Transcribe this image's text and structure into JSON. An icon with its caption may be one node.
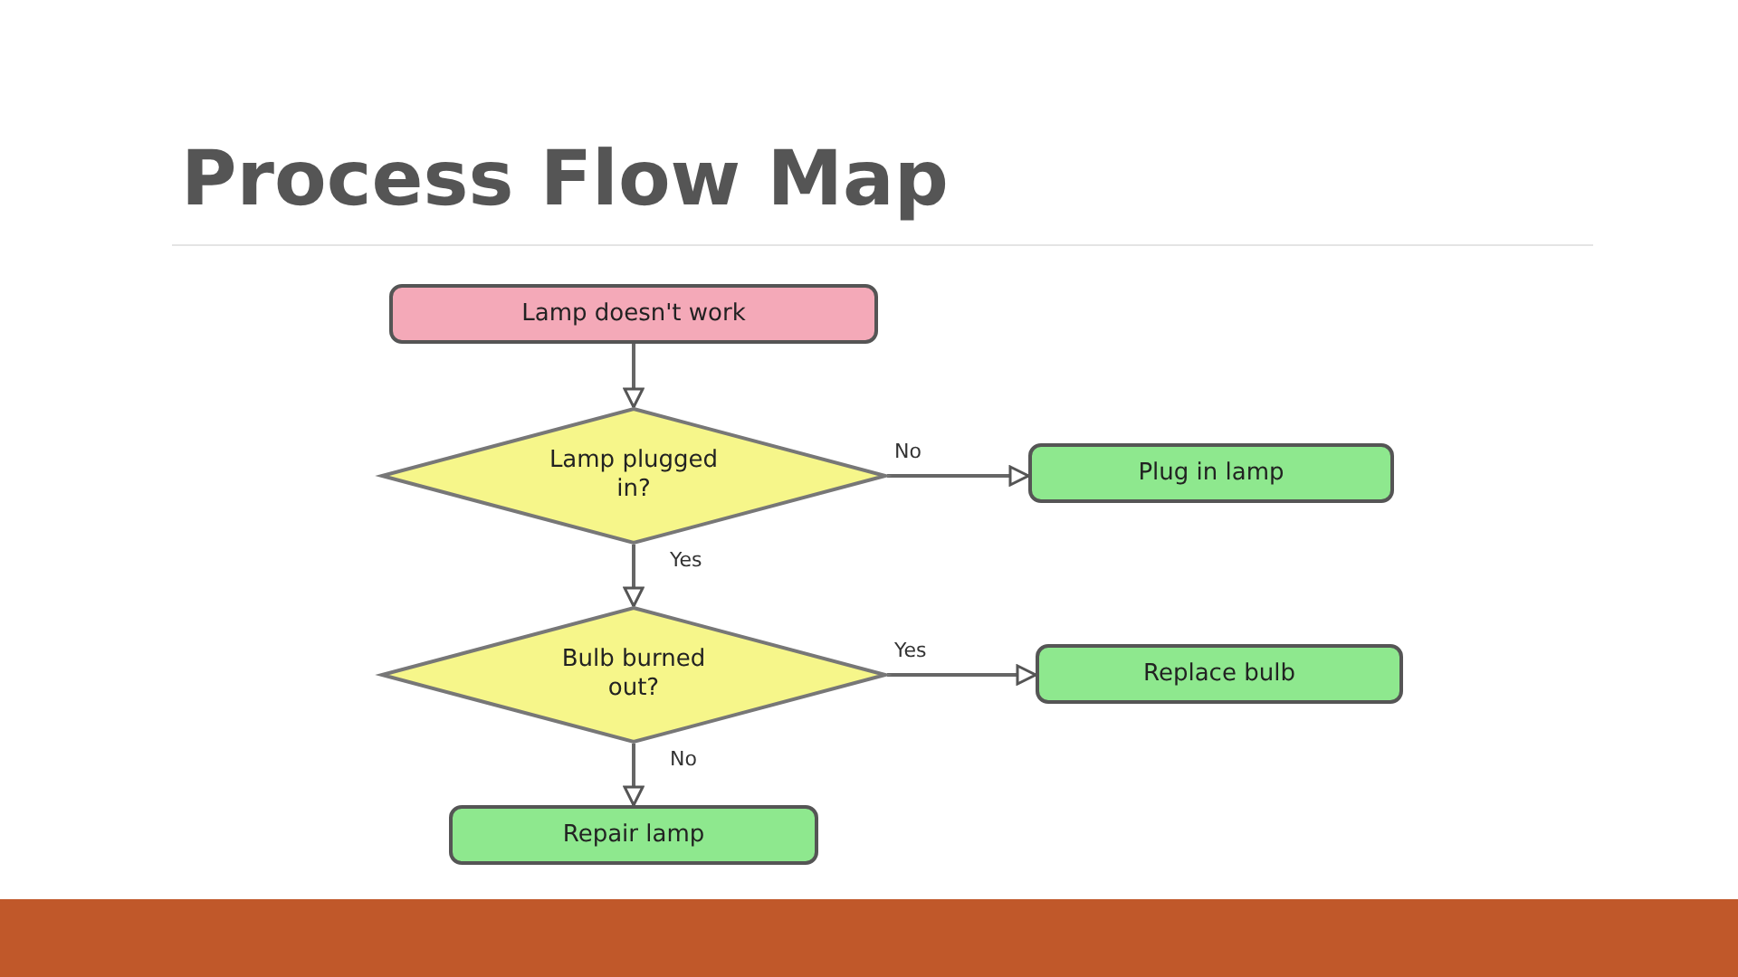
{
  "diagram": {
    "title": "Process Flow Map",
    "nodes": [
      {
        "text": [
          "Lamp doesn't work"
        ]
      },
      {
        "text": [
          "Lamp plugged in?"
        ]
      },
      {
        "text": [
          "Plug in lamp"
        ]
      },
      {
        "text": [
          "Bulb burned out?"
        ]
      },
      {
        "text": [
          "Replace bulb"
        ]
      },
      {
        "text": [
          "Repair lamp"
        ]
      }
    ],
    "edges": [
      {
        "from": 0,
        "to": 1,
        "arrow": "to"
      },
      {
        "from": 1,
        "to": 2,
        "arrow": "to",
        "label": "No"
      },
      {
        "from": 1,
        "to": 3,
        "arrow": "to",
        "label": "Yes"
      },
      {
        "from": 3,
        "to": 4,
        "arrow": "to",
        "label": "Yes"
      },
      {
        "from": 3,
        "to": 5,
        "arrow": "to",
        "label": "No"
      }
    ]
  }
}
